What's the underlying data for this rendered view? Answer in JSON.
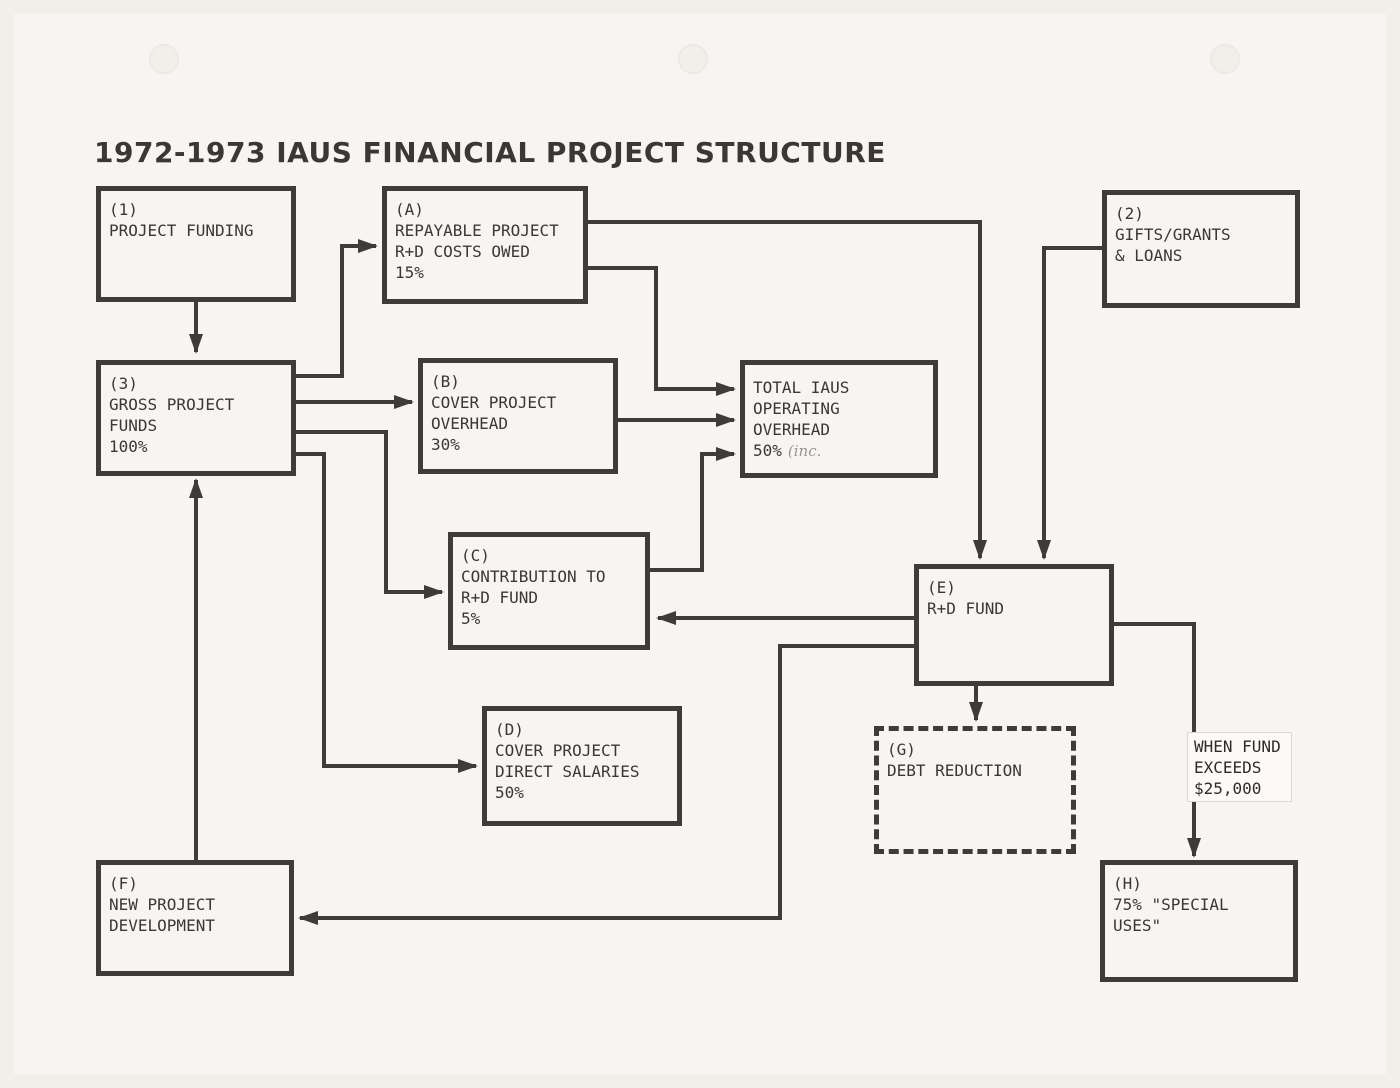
{
  "title": "1972-1973 IAUS FINANCIAL PROJECT STRUCTURE",
  "colors": {
    "paper": "#f7f5f1",
    "ink": "#3e3c3a",
    "pencil": "#9a9792"
  },
  "boxes": {
    "b1": {
      "lines": [
        "(1)",
        "PROJECT FUNDING"
      ]
    },
    "bA": {
      "lines": [
        "(A)",
        "REPAYABLE PROJECT",
        "R+D COSTS OWED",
        "15%"
      ]
    },
    "b2": {
      "lines": [
        "(2)",
        "GIFTS/GRANTS",
        "& LOANS"
      ]
    },
    "b3": {
      "lines": [
        "(3)",
        "GROSS PROJECT",
        "FUNDS",
        "100%"
      ]
    },
    "bB": {
      "lines": [
        "(B)",
        "COVER PROJECT",
        "OVERHEAD",
        "30%"
      ]
    },
    "bT": {
      "lines": [
        "TOTAL IAUS",
        "OPERATING",
        "OVERHEAD",
        "50%"
      ],
      "handwritten": "(inc."
    },
    "bC": {
      "lines": [
        "(C)",
        "CONTRIBUTION TO",
        "R+D FUND",
        "5%"
      ]
    },
    "bE": {
      "lines": [
        "(E)",
        "R+D FUND"
      ]
    },
    "bD": {
      "lines": [
        "(D)",
        "COVER PROJECT",
        "DIRECT SALARIES",
        "50%"
      ]
    },
    "bG": {
      "lines": [
        "(G)",
        "DEBT REDUCTION"
      ]
    },
    "bF": {
      "lines": [
        "(F)",
        "NEW PROJECT",
        "DEVELOPMENT"
      ]
    },
    "bH": {
      "lines": [
        "(H)",
        "75% \"SPECIAL",
        "USES\""
      ]
    }
  },
  "note": {
    "lines": [
      "WHEN FUND",
      "EXCEEDS",
      "$25,000"
    ]
  }
}
